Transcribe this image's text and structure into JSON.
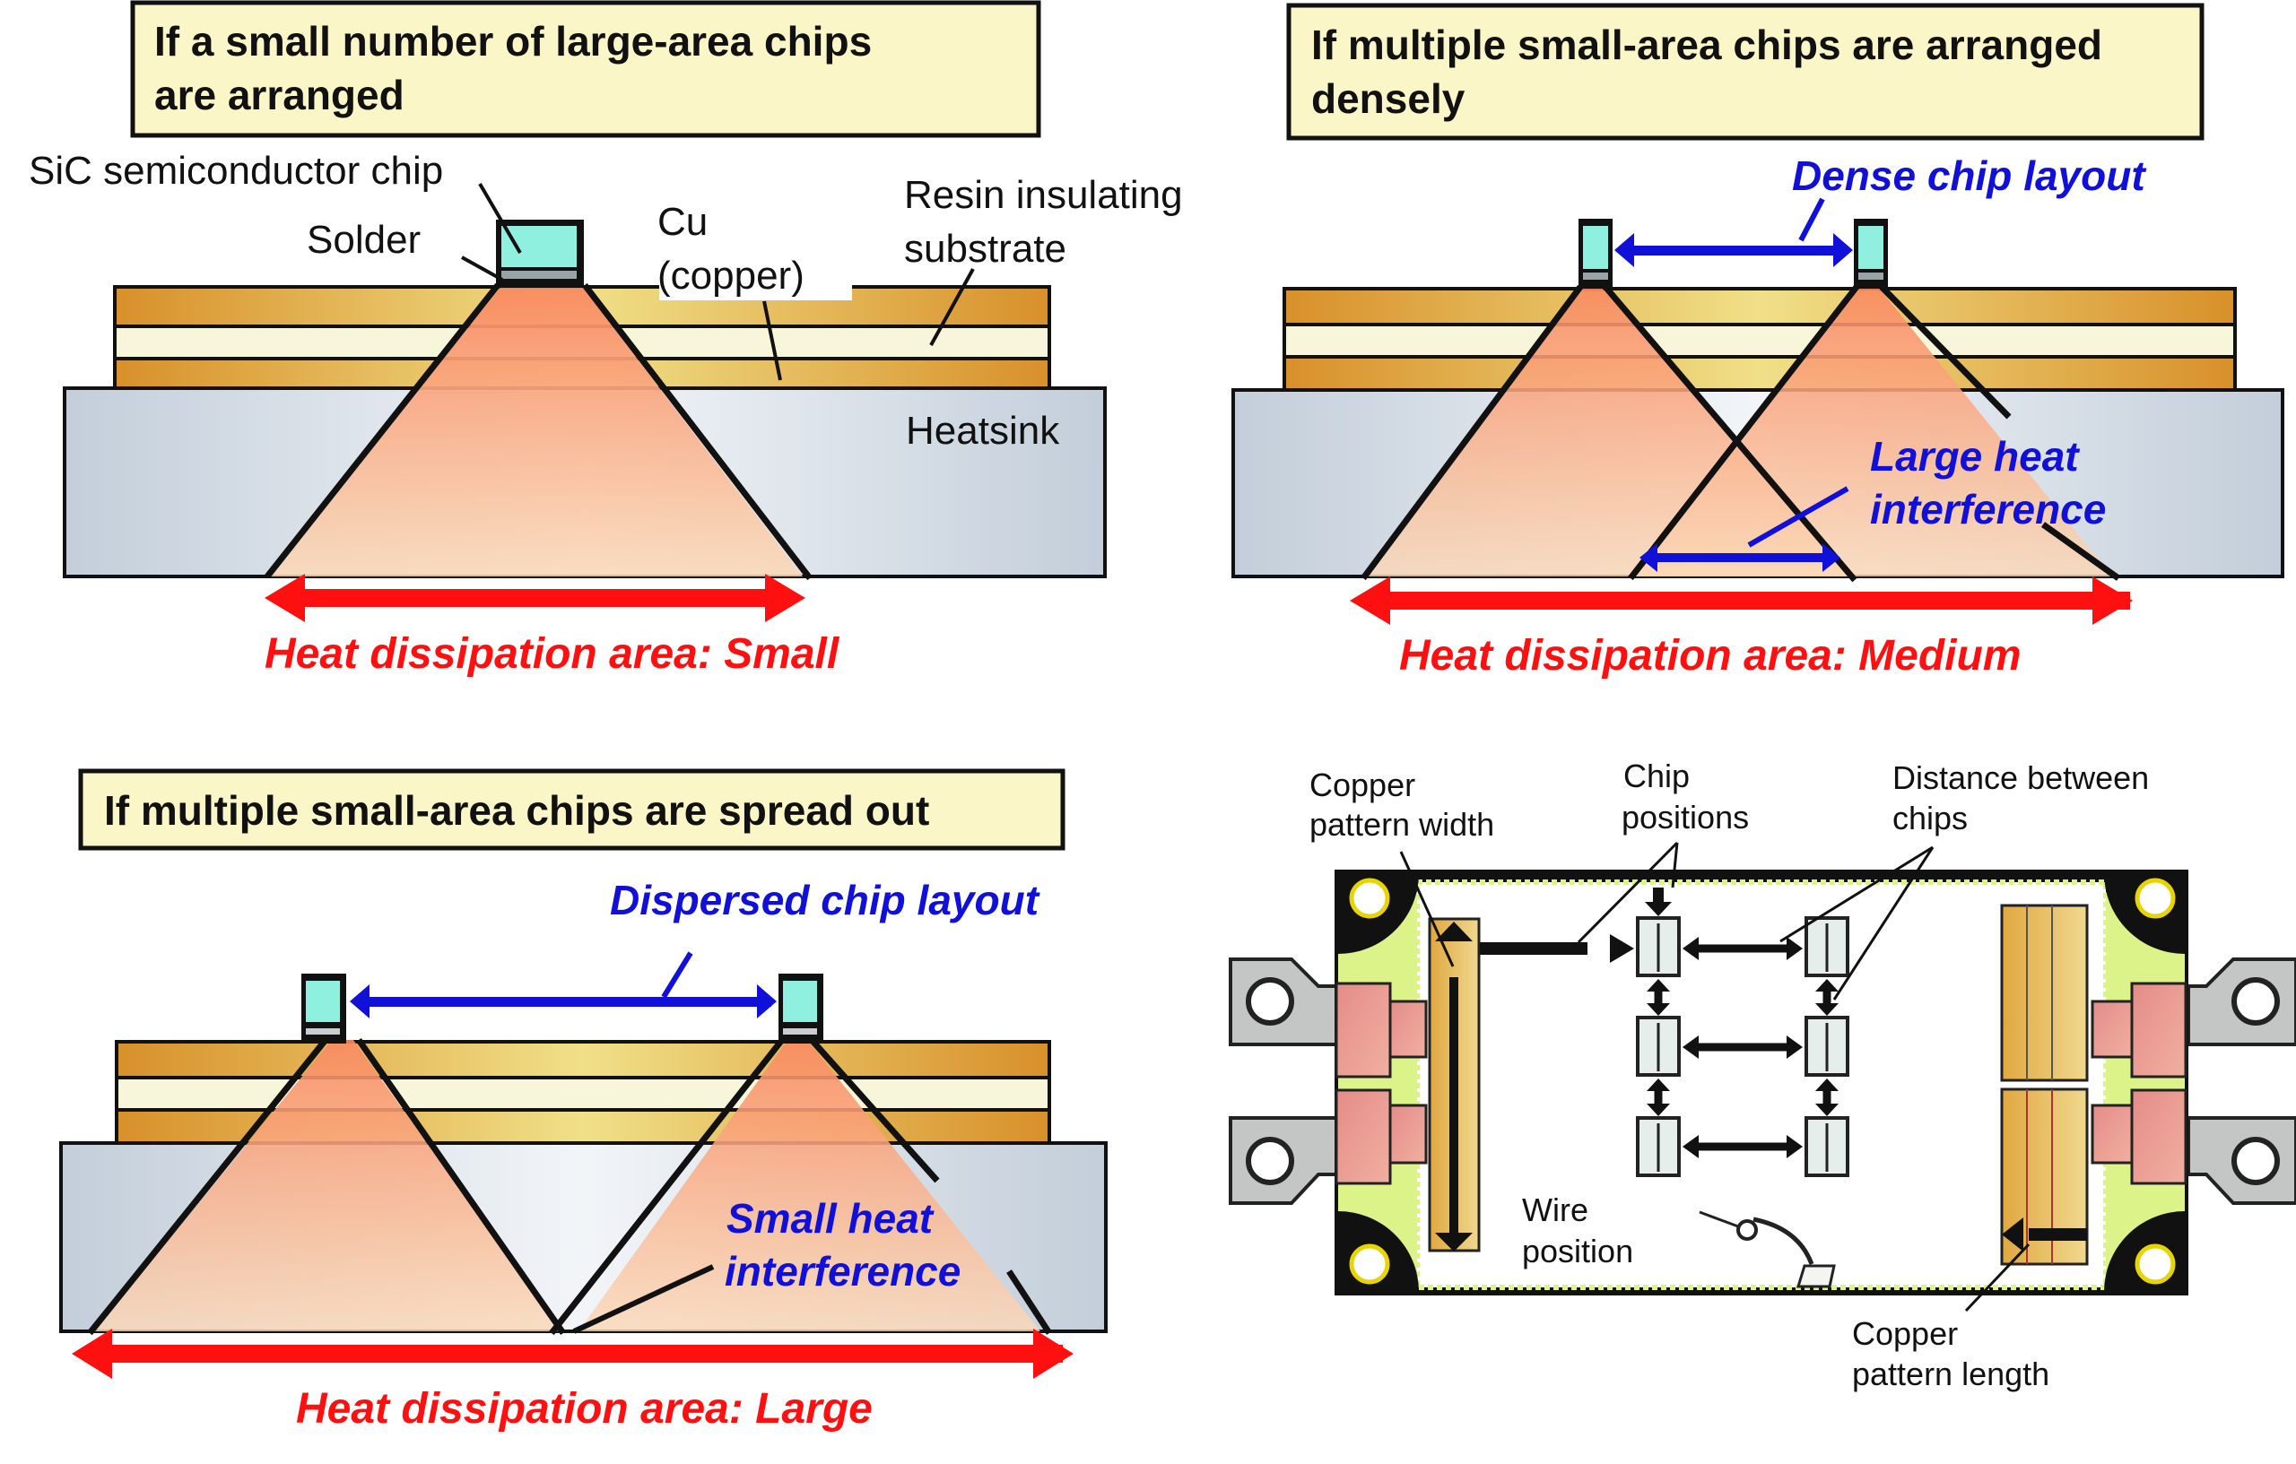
{
  "colors": {
    "title_box_fill": "#fbf6c8",
    "chip_fill": "#8ff0e0",
    "solder_fill": "#9aa3a6",
    "copper_fill": "#e0a83a",
    "resin_fill": "#f8f6da",
    "heatsink_fill": "#dde5ec",
    "heat_cone": "#f99b70",
    "blue_accent": "#1010d8",
    "red_accent": "#ff1010",
    "module_green": "#dcf38a",
    "module_pad_pink": "#e89890",
    "terminal_gray": "#c4c6c6"
  },
  "panels": {
    "top_left": {
      "title_line1": "If a small number of large-area chips",
      "title_line2": "are arranged",
      "label_chip": "SiC semiconductor chip",
      "label_solder": "Solder",
      "label_cu_line1": "Cu",
      "label_cu_line2": "(copper)",
      "label_resin_line1": "Resin insulating",
      "label_resin_line2": "substrate",
      "label_heatsink": "Heatsink",
      "area_label": "Heat dissipation area: Small"
    },
    "top_right": {
      "title_line1": "If multiple small-area chips are arranged",
      "title_line2": "densely",
      "layout_label": "Dense chip layout",
      "interference_line1": "Large heat",
      "interference_line2": "interference",
      "area_label": "Heat dissipation area: Medium"
    },
    "bottom_left": {
      "title_line1": "If multiple small-area chips are spread out",
      "layout_label": "Dispersed chip layout",
      "interference_line1": "Small heat",
      "interference_line2": "interference",
      "area_label": "Heat dissipation area: Large"
    },
    "bottom_right": {
      "label_cpw_line1": "Copper",
      "label_cpw_line2": "pattern width",
      "label_chip_pos_line1": "Chip",
      "label_chip_pos_line2": "positions",
      "label_dist_line1": "Distance between",
      "label_dist_line2": "chips",
      "label_wire_line1": "Wire",
      "label_wire_line2": "position",
      "label_cpl_line1": "Copper",
      "label_cpl_line2": "pattern length"
    }
  }
}
